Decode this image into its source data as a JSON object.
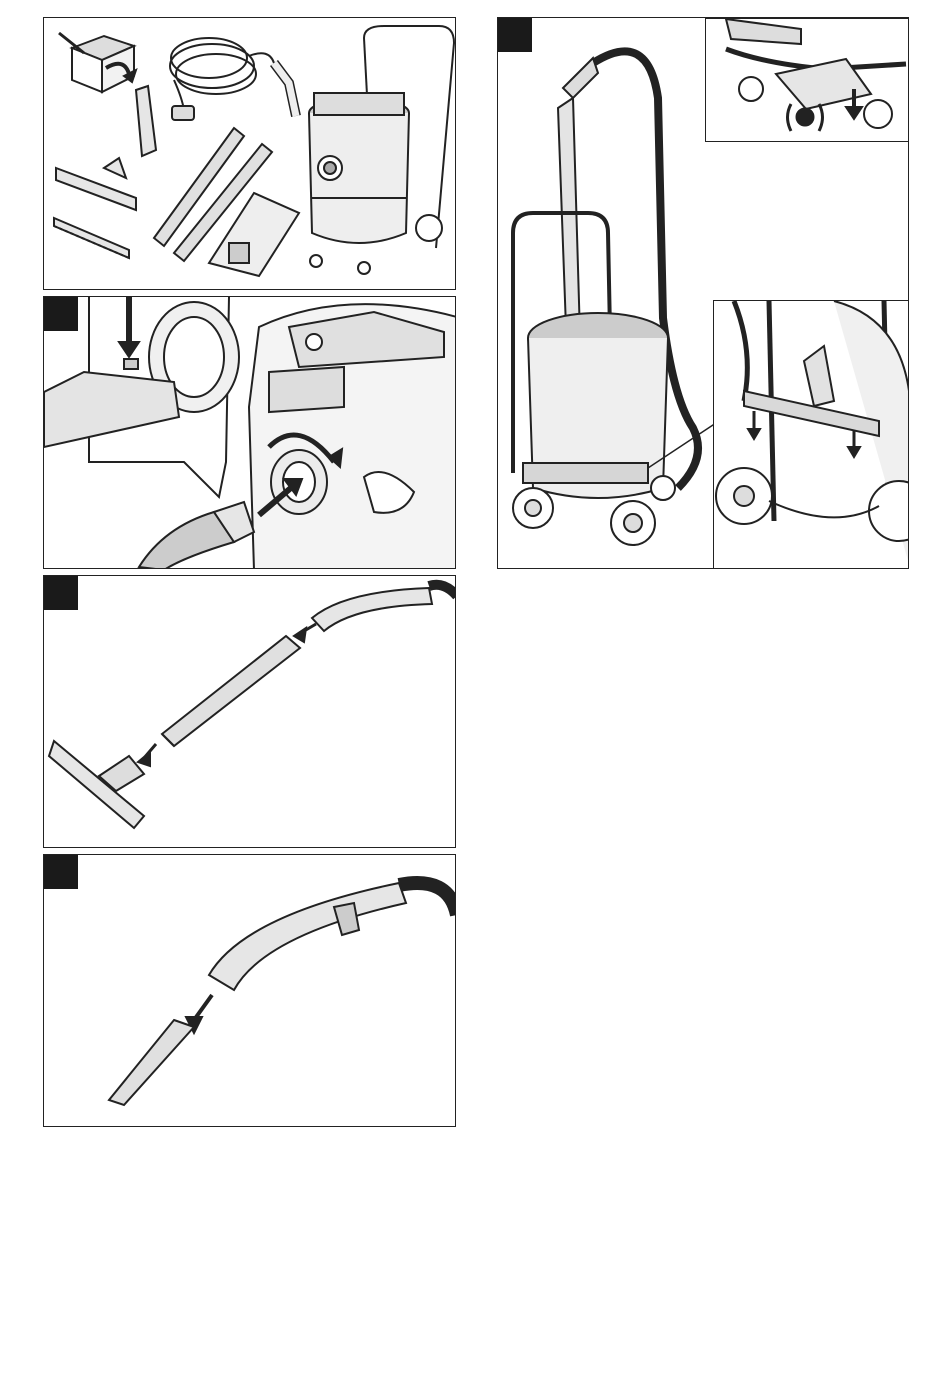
{
  "page": {
    "title": ""
  },
  "panels": [
    {
      "id": "scope-of-delivery",
      "step_label": ""
    },
    {
      "id": "hose-connection",
      "step_label": ""
    },
    {
      "id": "floor-nozzle-assembly",
      "step_label": ""
    },
    {
      "id": "crevice-nozzle-assembly",
      "step_label": ""
    },
    {
      "id": "accessory-storage",
      "step_label": ""
    }
  ],
  "icons": {
    "unpack": "box-unpack-icon",
    "lock": "castor-lock-icon"
  },
  "colors": {
    "line": "#222222",
    "badge": "#1a1a1a",
    "fill_light": "#ececec",
    "fill_mid": "#c8c8c8"
  }
}
